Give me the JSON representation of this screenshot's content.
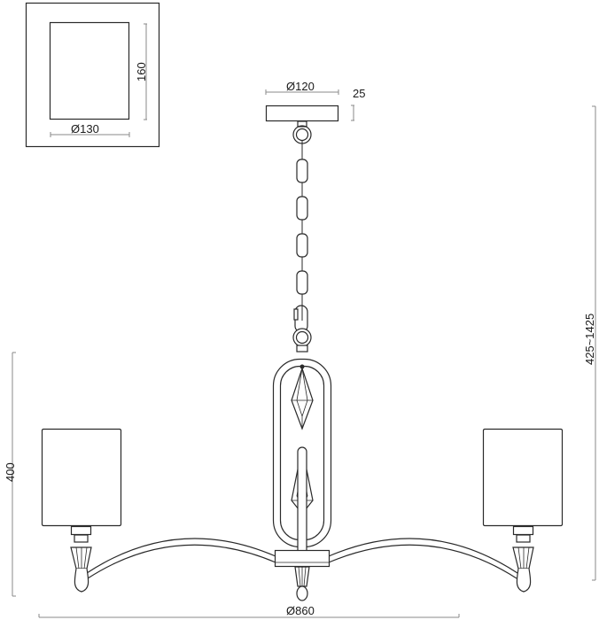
{
  "drawing": {
    "subject": "pendant chandelier with three cylindrical shades",
    "colors": {
      "line": "#2a2a2a",
      "dimension_line": "#8a8a8a",
      "background": "#ffffff"
    }
  },
  "shade_detail": {
    "width_label": "Ø130",
    "height_label": "160"
  },
  "canopy": {
    "diameter_label": "Ø120",
    "height_label": "25"
  },
  "overall": {
    "height_label": "425~1425",
    "body_height_label": "400",
    "diameter_label": "Ø860"
  }
}
